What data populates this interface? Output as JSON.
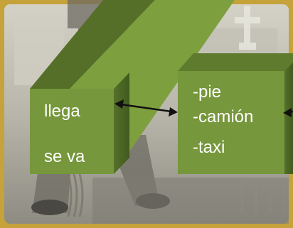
{
  "colors": {
    "background_frame": "#c6a23a",
    "photo_tone": "#b3b3a8",
    "box_front": "#76973b",
    "box_top": "#5f7b2e",
    "box_side": "#4b6524",
    "beam_dark": "#566f28",
    "beam_light": "#7e9f3e",
    "text": "#ffffff",
    "arrow": "#111111"
  },
  "icons": {
    "background_photo": "cemetery-worker-photo",
    "arrow": "double-headed-arrow-icon"
  },
  "left_box": {
    "line1": "llega",
    "line2": "se va"
  },
  "right_box": {
    "line1": "-pie",
    "line2": "-camión",
    "line3": "-taxi"
  }
}
